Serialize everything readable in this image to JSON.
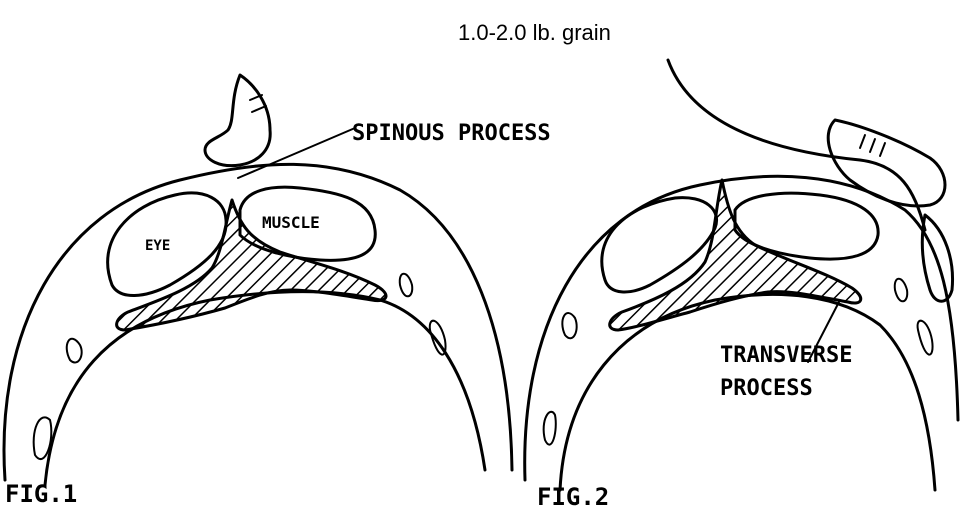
{
  "header": {
    "grain_text": "1.0-2.0 lb. grain"
  },
  "fig1": {
    "caption": "FIG.1",
    "spinous_label": "SPINOUS PROCESS",
    "eye_label": "EYE",
    "muscle_label": "MUSCLE"
  },
  "fig2": {
    "caption": "FIG.2",
    "transverse_line1": "TRANSVERSE",
    "transverse_line2": "PROCESS"
  }
}
